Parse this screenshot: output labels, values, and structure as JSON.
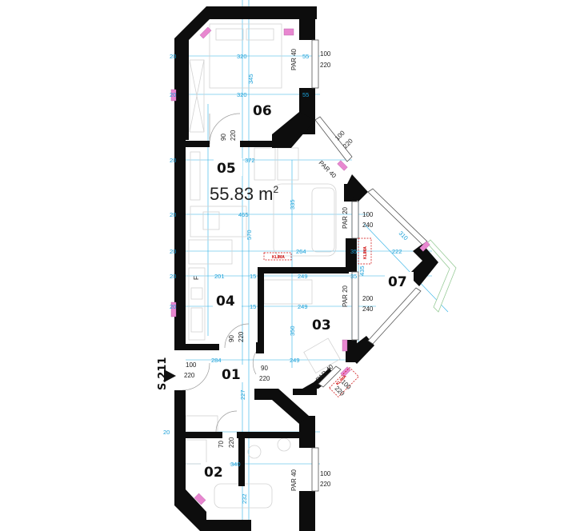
{
  "floor_area": {
    "value": "55.83 m",
    "sup": "2"
  },
  "stair_label": "S.211",
  "rooms": [
    {
      "id": "room-01",
      "number": "01"
    },
    {
      "id": "room-02",
      "number": "02"
    },
    {
      "id": "room-03",
      "number": "03"
    },
    {
      "id": "room-04",
      "number": "04"
    },
    {
      "id": "room-05",
      "number": "05"
    },
    {
      "id": "room-06",
      "number": "06"
    },
    {
      "id": "room-07",
      "number": "07"
    }
  ],
  "windows": [
    {
      "par": "PAR 40",
      "width": "100",
      "height": "220"
    },
    {
      "par": "PAR 40",
      "width": "100",
      "height": "220"
    },
    {
      "par": "PAR 20",
      "width": "100",
      "height": "240"
    },
    {
      "par": "PAR 20",
      "width": "200",
      "height": "240"
    },
    {
      "par": "PAR 40",
      "width": "100",
      "height": "220"
    },
    {
      "par": "PAR 40",
      "width": "100",
      "height": "220"
    }
  ],
  "doors": [
    {
      "width": "90",
      "height": "220"
    },
    {
      "width": "90",
      "height": "220"
    },
    {
      "width": "90",
      "height": "220"
    },
    {
      "width": "100",
      "height": "220"
    },
    {
      "width": "70",
      "height": "220"
    }
  ],
  "klima_label": "KLIMA",
  "fixture_label": "F",
  "dimensions": {
    "d_320a": "320",
    "d_320b": "320",
    "d_345": "345",
    "d_55a": "55",
    "d_55b": "55",
    "d_20a": "20",
    "d_20b": "20",
    "d_20c": "20",
    "d_20d": "20",
    "d_20e": "20",
    "d_20f": "20",
    "d_20g": "20",
    "d_20h": "20",
    "d_372": "372",
    "d_465": "465",
    "d_335": "335",
    "d_570": "570",
    "d_264": "264",
    "d_201": "201",
    "d_222": "222",
    "d_249a": "249",
    "d_249b": "249",
    "d_249c": "249",
    "d_350": "350",
    "d_284": "284",
    "d_227": "227",
    "d_340": "340",
    "d_232": "232",
    "d_310": "310",
    "d_35a": "35",
    "d_35b": "35",
    "d_15a": "15",
    "d_15b": "15",
    "d_435": "435"
  }
}
